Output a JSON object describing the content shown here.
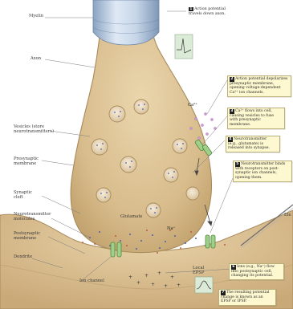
{
  "labels": {
    "myelin": "Myelin",
    "axon": "Axon",
    "vesicles": "Vesicles (store\nneurotransmitters)",
    "presynaptic_membrane": "Presynaptic\nmembrane",
    "synaptic_cleft": "Synaptic\ncleft",
    "neurotransmitter_molecules": "Neurotransmitter\nmolecules",
    "postsynaptic_membrane": "Postsynaptic\nmembrane",
    "dendrite": "Dendrite",
    "ion_channel": "Ion channel",
    "glutamate": "Glutamate",
    "local_epsp": "Local\nEPSP",
    "electrode_partial": "Ele"
  },
  "ions": {
    "calcium": "Ca²⁺",
    "sodium": "Na⁺"
  },
  "steps": [
    {
      "number": "1",
      "text": "Action potential\ntravels down axon."
    },
    {
      "number": "2",
      "text": "Action potential depolarizes\npresynaptic membrane,\nopening voltage-dependent\nCa²⁺ ion channels."
    },
    {
      "number": "3",
      "text": "Ca²⁺ flows into cell,\ncausing vesicles to fuse\nwith presynaptic\nmembrane."
    },
    {
      "number": "4",
      "text": "Neurotransmitter\n(e.g., glutamate) is\nreleased into synapse."
    },
    {
      "number": "5",
      "text": "Neurotransmitter binds\nwith receptors on post-\nsynaptic ion channels,\nopening them."
    },
    {
      "number": "6",
      "text": "Ions (e.g., Na⁺) flow\ninto postsynaptic cell,\nchanging its potential."
    },
    {
      "number": "7",
      "text": "The resulting potential\nchange is known as an\nEPSP or IPSP."
    }
  ],
  "colors": {
    "terminal": "#dcc194",
    "terminal_edge": "#a88a5c",
    "myelin": "#b9cbe0",
    "callout": "#fdf8cf",
    "channel": "#9fcf8a",
    "calcium_dots": "#cf9ad6",
    "sodium_dots": "#c0392b",
    "glutamate_dots": "#4a5fb0"
  }
}
